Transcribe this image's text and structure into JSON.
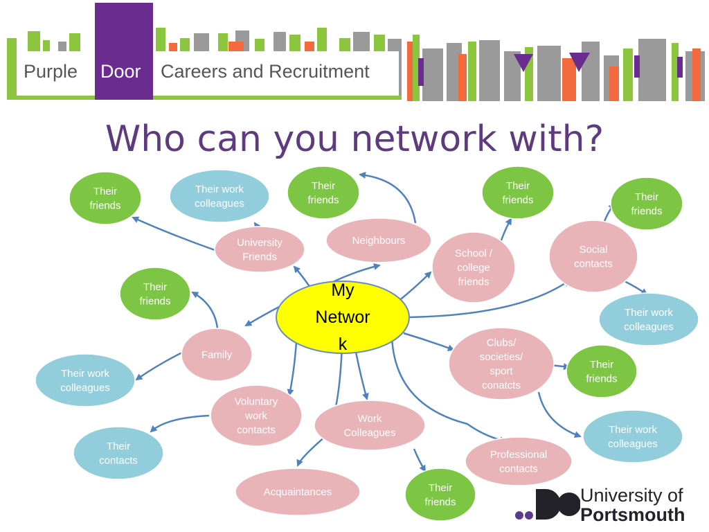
{
  "header": {
    "logo_words": {
      "purple": "Purple",
      "door": "Door",
      "rest": "Careers and Recruitment"
    },
    "colors": {
      "purple": "#6a2c8e",
      "green": "#8cc63f",
      "orange": "#f26a3d",
      "grey": "#9a9a9a"
    }
  },
  "slide": {
    "title": "Who can you network with?"
  },
  "diagram": {
    "colors": {
      "green": "#7cc644",
      "blue": "#92cddc",
      "pink": "#e8b4b8",
      "hub": "#ffff00",
      "arrow": "#4f81bd"
    },
    "hub": {
      "lines": [
        "My",
        "Networ",
        "k"
      ]
    },
    "nodes": [
      {
        "id": "n1",
        "color": "green",
        "lines": [
          "Their",
          "friends"
        ]
      },
      {
        "id": "n2",
        "color": "blue",
        "lines": [
          "Their work",
          "colleagues"
        ]
      },
      {
        "id": "n3",
        "color": "green",
        "lines": [
          "Their",
          "friends"
        ]
      },
      {
        "id": "n4",
        "color": "green",
        "lines": [
          "Their",
          "friends"
        ]
      },
      {
        "id": "n5",
        "color": "green",
        "lines": [
          "Their",
          "friends"
        ]
      },
      {
        "id": "n6",
        "color": "pink",
        "lines": [
          "University",
          "Friends"
        ]
      },
      {
        "id": "n7",
        "color": "pink",
        "lines": [
          "Neighbours"
        ]
      },
      {
        "id": "n8",
        "color": "pink",
        "lines": [
          "School /",
          "college",
          "friends"
        ]
      },
      {
        "id": "n9",
        "color": "pink",
        "lines": [
          "Social",
          "contacts"
        ]
      },
      {
        "id": "n10",
        "color": "green",
        "lines": [
          "Their",
          "friends"
        ]
      },
      {
        "id": "n11",
        "color": "blue",
        "lines": [
          "Their work",
          "colleagues"
        ]
      },
      {
        "id": "n12",
        "color": "pink",
        "lines": [
          "Family"
        ]
      },
      {
        "id": "n13",
        "color": "pink",
        "lines": [
          "Clubs/",
          "societies/",
          "sport",
          "conatcts"
        ]
      },
      {
        "id": "n14",
        "color": "green",
        "lines": [
          "Their",
          "friends"
        ]
      },
      {
        "id": "n15",
        "color": "blue",
        "lines": [
          "Their work",
          "colleagues"
        ]
      },
      {
        "id": "n16",
        "color": "pink",
        "lines": [
          "Voluntary",
          "work",
          "contacts"
        ]
      },
      {
        "id": "n17",
        "color": "pink",
        "lines": [
          "Work",
          "Colleagues"
        ]
      },
      {
        "id": "n18",
        "color": "blue",
        "lines": [
          "Their work",
          "colleagues"
        ]
      },
      {
        "id": "n19",
        "color": "blue",
        "lines": [
          "Their",
          "contacts"
        ]
      },
      {
        "id": "n20",
        "color": "pink",
        "lines": [
          "Professional",
          "contacts"
        ]
      },
      {
        "id": "n21",
        "color": "pink",
        "lines": [
          "Acquaintances"
        ]
      },
      {
        "id": "n22",
        "color": "green",
        "lines": [
          "Their",
          "friends"
        ]
      }
    ]
  },
  "footer": {
    "logo_line1": "University of",
    "logo_line2": "Portsmouth",
    "logo_color": "#232228",
    "logo_accent": "#5a3d8a"
  }
}
